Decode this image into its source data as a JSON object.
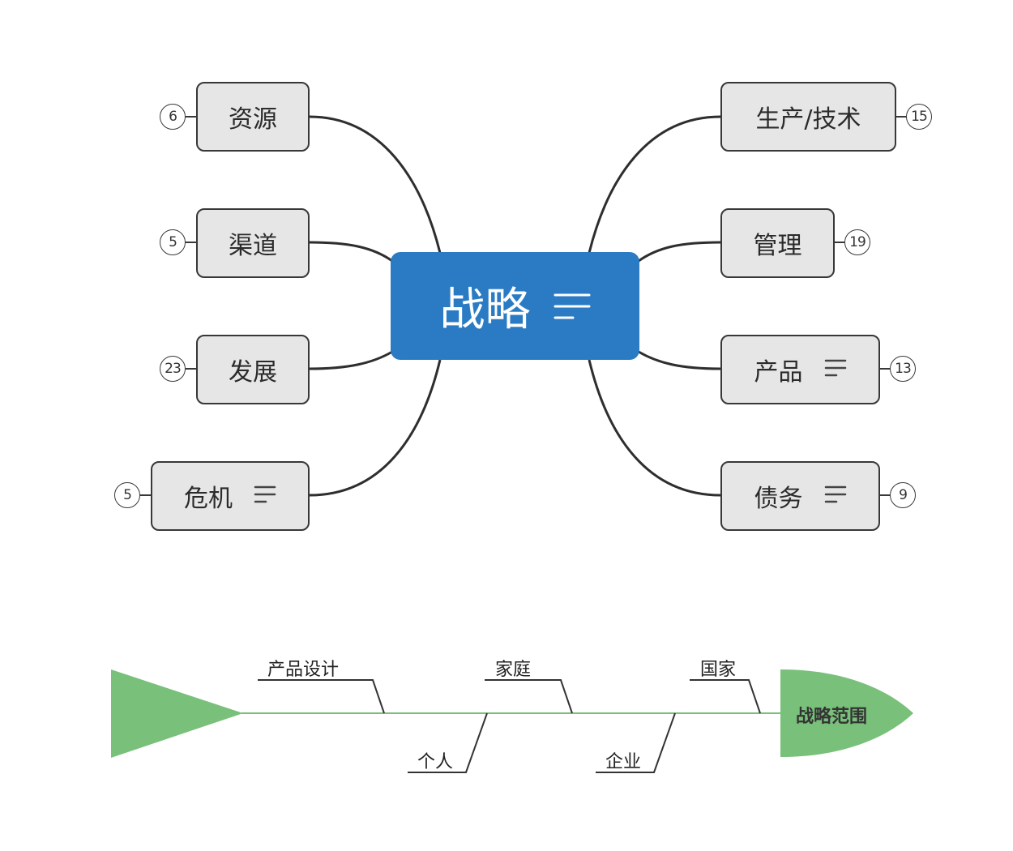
{
  "mindmap": {
    "center": {
      "label": "战略",
      "has_notes": true
    },
    "left_topics": [
      {
        "label": "资源",
        "count": "6",
        "has_notes": false
      },
      {
        "label": "渠道",
        "count": "5",
        "has_notes": false
      },
      {
        "label": "发展",
        "count": "23",
        "has_notes": false
      },
      {
        "label": "危机",
        "count": "5",
        "has_notes": true
      }
    ],
    "right_topics": [
      {
        "label": "生产/技术",
        "count": "15",
        "has_notes": false
      },
      {
        "label": "管理",
        "count": "19",
        "has_notes": false
      },
      {
        "label": "产品",
        "count": "13",
        "has_notes": true
      },
      {
        "label": "债务",
        "count": "9",
        "has_notes": true
      }
    ]
  },
  "fishbone": {
    "head": "战略范围",
    "top_branches": [
      "产品设计",
      "家庭",
      "国家"
    ],
    "bottom_branches": [
      "个人",
      "企业"
    ]
  },
  "colors": {
    "center_fill": "#2a7bc4",
    "topic_fill": "#e6e6e6",
    "topic_border": "#383838",
    "connector": "#2e2e2e",
    "fish_green": "#79c07b"
  },
  "icons": {
    "notes": "notes-lines-icon"
  }
}
